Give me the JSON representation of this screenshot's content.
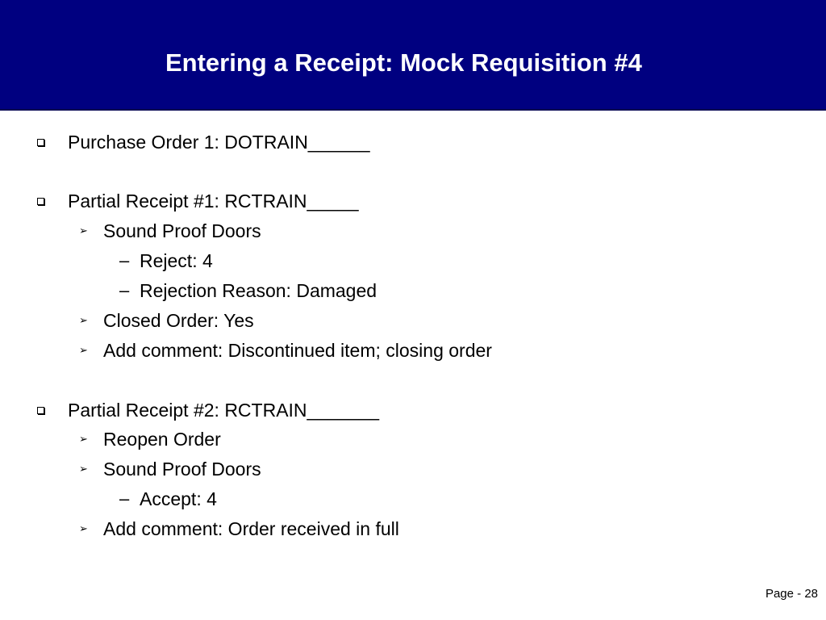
{
  "slide": {
    "title": "Entering a Receipt: Mock Requisition #4",
    "page_label": "Page - 28"
  },
  "bullets": {
    "b1": "Purchase Order 1: DOTRAIN______",
    "b2": "Partial Receipt #1: RCTRAIN_____",
    "b2_1": "Sound Proof Doors",
    "b2_1_1": "Reject: 4",
    "b2_1_2": "Rejection Reason: Damaged",
    "b2_2": "Closed Order: Yes",
    "b2_3": "Add comment: Discontinued item; closing order",
    "b3": "Partial Receipt #2: RCTRAIN_______",
    "b3_1": "Reopen Order",
    "b3_2": "Sound Proof Doors",
    "b3_2_1": "Accept: 4",
    "b3_3": "Add comment: Order received in full"
  },
  "glyphs": {
    "arrow": "➢",
    "dash": "–"
  }
}
